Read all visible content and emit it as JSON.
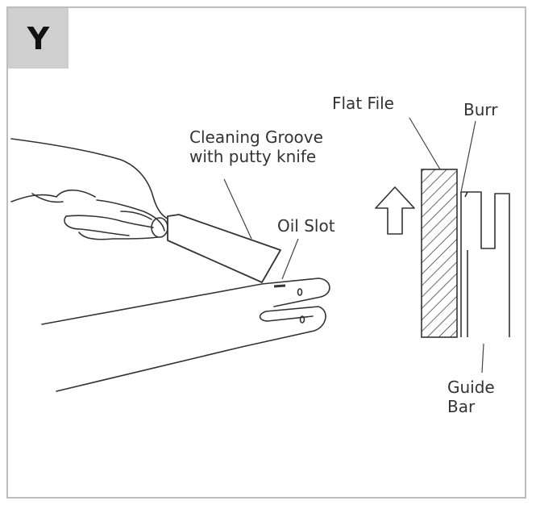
{
  "badge": {
    "letter": "Y"
  },
  "labels": {
    "cleaning_groove_line1": "Cleaning Groove",
    "cleaning_groove_line2": "with putty knife",
    "oil_slot": "Oil Slot",
    "flat_file": "Flat File",
    "burr": "Burr",
    "guide_bar_line1": "Guide",
    "guide_bar_line2": "Bar"
  },
  "colors": {
    "badge_bg": "#cfcfcf",
    "frame": "#bdbdbd",
    "ink": "#333333"
  },
  "icons": {
    "direction": "up-arrow-icon",
    "hatch": "hatched-file-icon"
  }
}
